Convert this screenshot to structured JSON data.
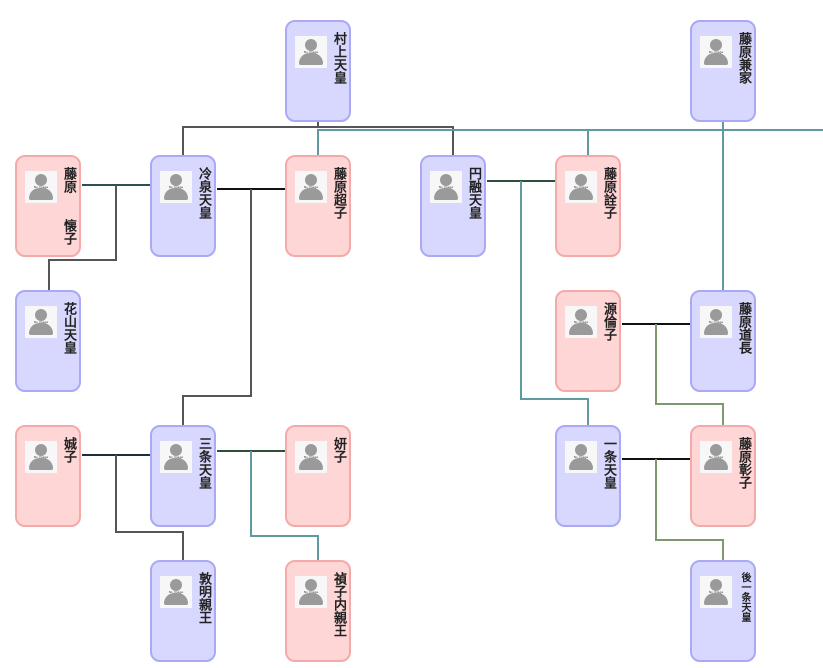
{
  "people": {
    "murakami": "村上天皇",
    "kaneie": "藤原兼家",
    "kaishi": "藤原　　懐子",
    "reizei": "冷泉天皇",
    "choshi": "藤原超子",
    "enyu": "円融天皇",
    "senshi": "藤原詮子",
    "kazan": "花山天皇",
    "rinshi": "源倫子",
    "michinaga": "藤原道長",
    "seishi": "娍子",
    "sanjo": "三条天皇",
    "kenshi": "妍子",
    "ichijo": "一条天皇",
    "shoshi": "藤原彰子",
    "atsuakira": "敦明親王",
    "teishi": "禎子内親王",
    "goichijo": "後一条天皇"
  },
  "avatar_text": "No Image",
  "colors": {
    "male_bg": "#d8d8ff",
    "male_border": "#a9a9f5",
    "female_bg": "#ffd6d6",
    "female_border": "#f5aaaa",
    "line_dark": "#444444",
    "line_teal": "#5e9aa0",
    "line_green": "#7c9a6e"
  }
}
